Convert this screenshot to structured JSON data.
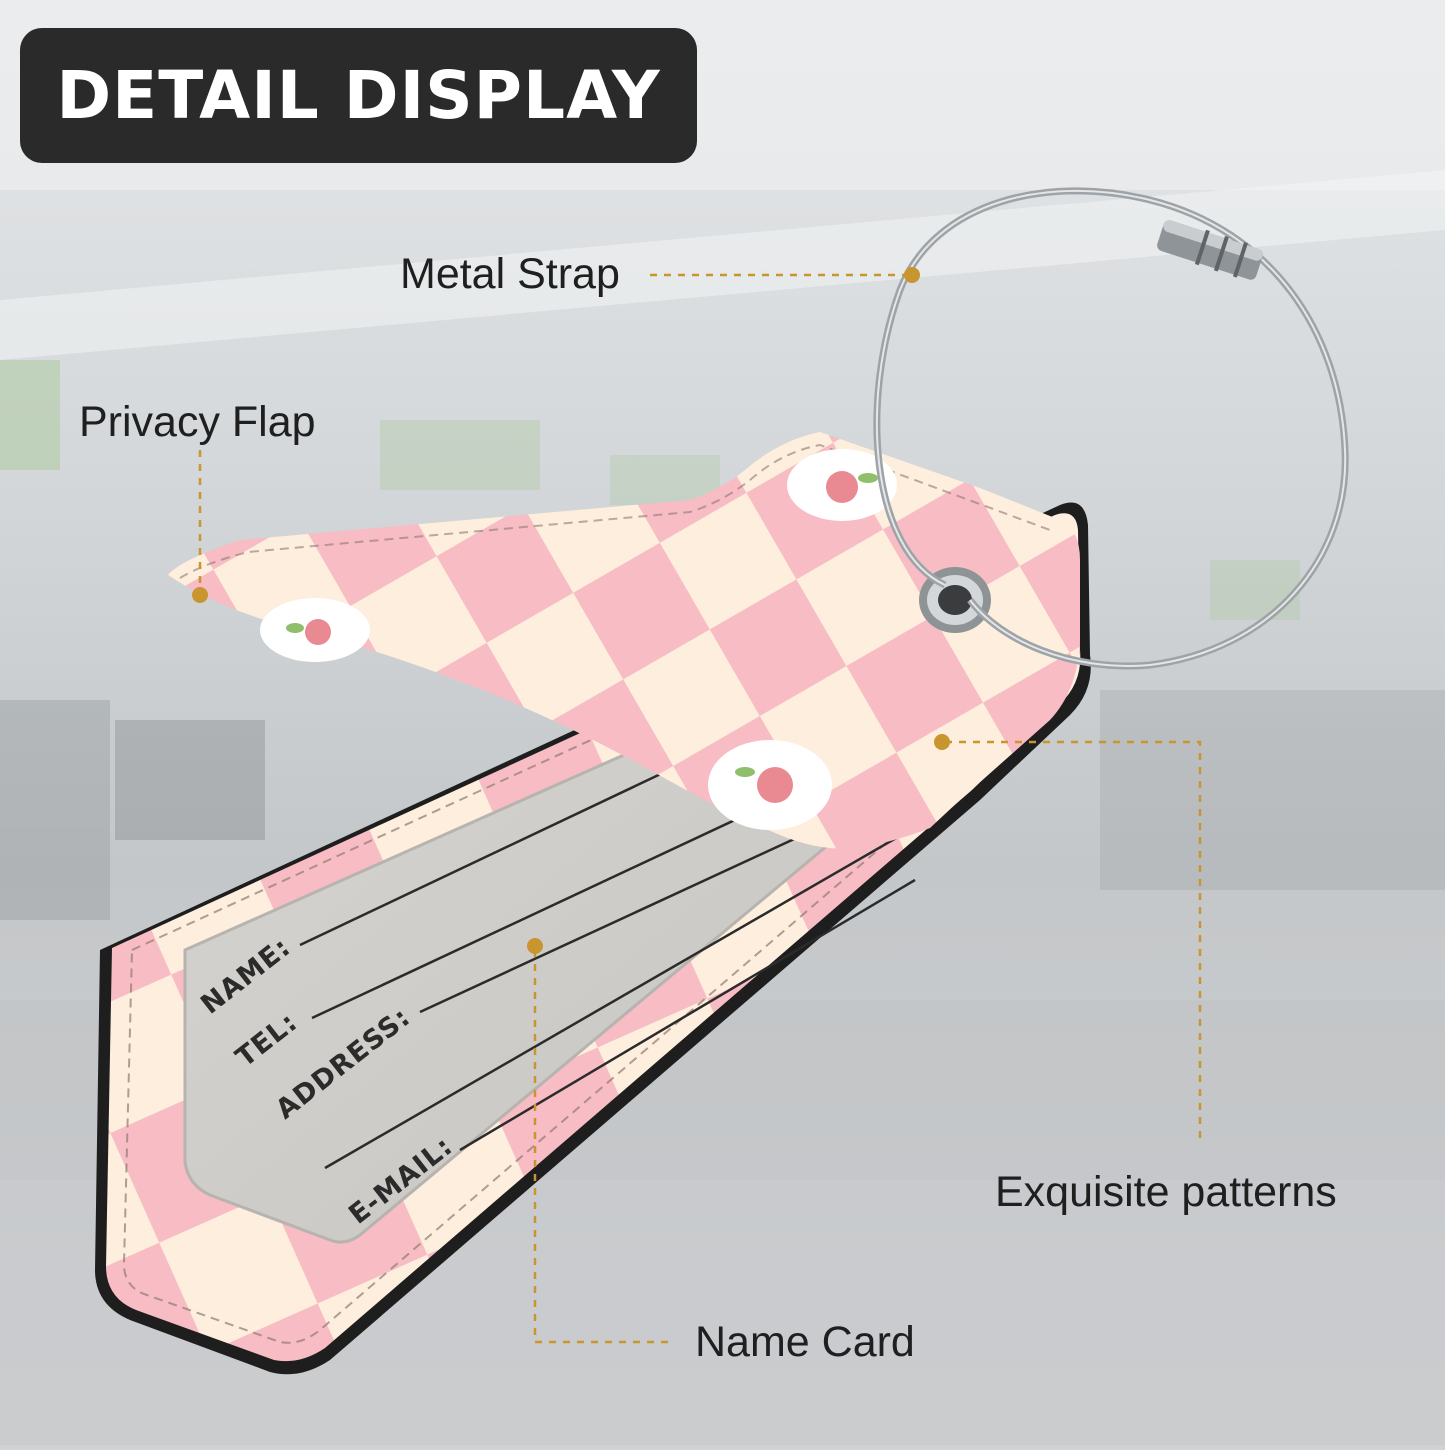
{
  "banner": {
    "title": "DETAIL DISPLAY"
  },
  "callouts": {
    "metal_strap": "Metal Strap",
    "privacy_flap": "Privacy Flap",
    "exquisite_patterns": "Exquisite patterns",
    "name_card": "Name Card"
  },
  "card_fields": {
    "name": "NAME:",
    "tel": "TEL:",
    "address": "ADDRESS:",
    "email": "E-MAIL:"
  },
  "colors": {
    "banner_bg": "#2a2a2a",
    "callout_line": "#c9952e",
    "pattern_pink": "#f7bcc4",
    "pattern_cream": "#fdeedd",
    "card_gray": "#cccac6"
  }
}
